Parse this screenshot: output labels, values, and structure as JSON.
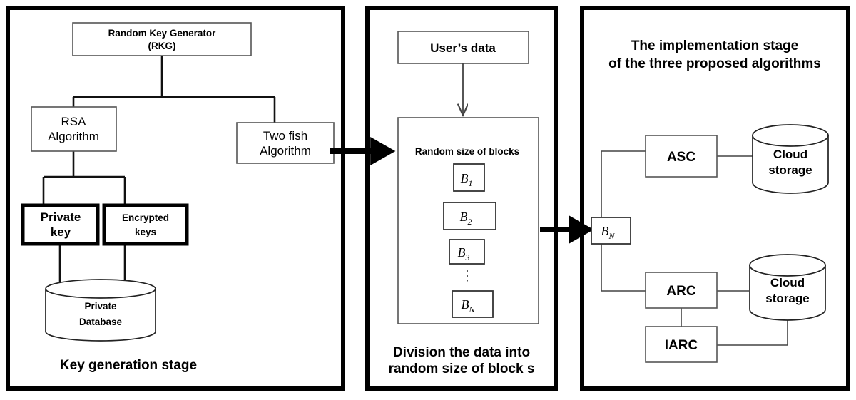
{
  "figure": {
    "kind": "block-diagram",
    "background": "#ffffff",
    "stroke_color": "#000000"
  },
  "panels": [
    {
      "id": "key-generation",
      "caption": "Key generation stage",
      "nodes": {
        "rkg": {
          "line1": "Random Key Generator",
          "line2": "(RKG)"
        },
        "rsa": {
          "line1": "RSA",
          "line2": "Algorithm"
        },
        "twofish": {
          "line1": "Two fish",
          "line2": "Algorithm"
        },
        "private_key": {
          "line1": "Private",
          "line2": "key"
        },
        "encrypted_keys": {
          "line1": "Encrypted",
          "line2": "keys"
        },
        "private_database": {
          "line1": "Private",
          "line2": "Database"
        }
      }
    },
    {
      "id": "block-division",
      "caption_line1": "Division the data into",
      "caption_line2": "random size of block s",
      "nodes": {
        "user_data": {
          "label": "User’s data"
        },
        "blocks_container": {
          "label": "Random size of blocks"
        }
      },
      "blocks": [
        {
          "base": "B",
          "sub": "1"
        },
        {
          "base": "B",
          "sub": "2"
        },
        {
          "base": "B",
          "sub": "3"
        },
        {
          "base": "B",
          "sub": "N"
        }
      ],
      "ellipsis": "⋮"
    },
    {
      "id": "implementation",
      "title_line1": "The implementation stage",
      "title_line2": "of the three proposed algorithms",
      "nodes": {
        "bn": {
          "base": "B",
          "sub": "N"
        },
        "asc": {
          "label": "ASC"
        },
        "arc": {
          "label": "ARC"
        },
        "iarc": {
          "label": "IARC"
        },
        "cloud_top": {
          "line1": "Cloud",
          "line2": "storage"
        },
        "cloud_bottom": {
          "line1": "Cloud",
          "line2": "storage"
        }
      }
    }
  ]
}
